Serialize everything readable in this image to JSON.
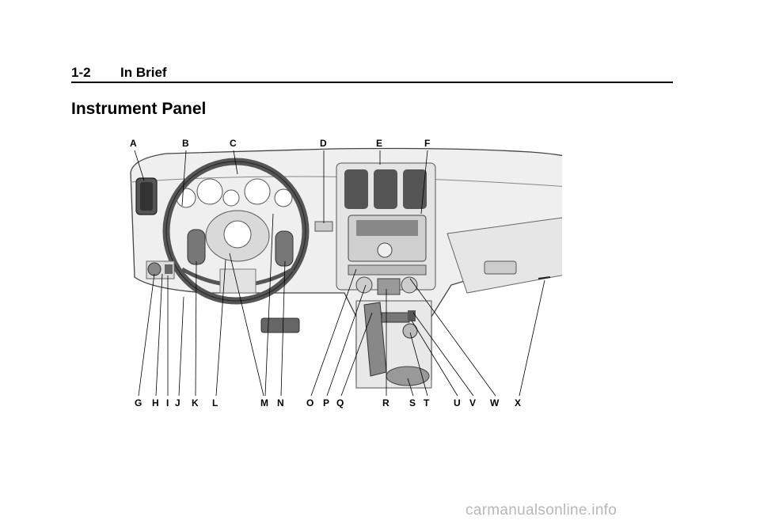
{
  "header": {
    "page_number": "1-2",
    "section_title": "In Brief"
  },
  "title": "Instrument Panel",
  "figure": {
    "top_callouts": [
      "A",
      "B",
      "C",
      "D",
      "E",
      "F",
      "A"
    ],
    "bottom_callouts": [
      "G",
      "H",
      "I",
      "J",
      "K",
      "L",
      "M",
      "N",
      "O",
      "P",
      "Q",
      "R",
      "S",
      "T",
      "U",
      "V",
      "W",
      "X"
    ]
  },
  "watermark": "carmanualsonline.info"
}
